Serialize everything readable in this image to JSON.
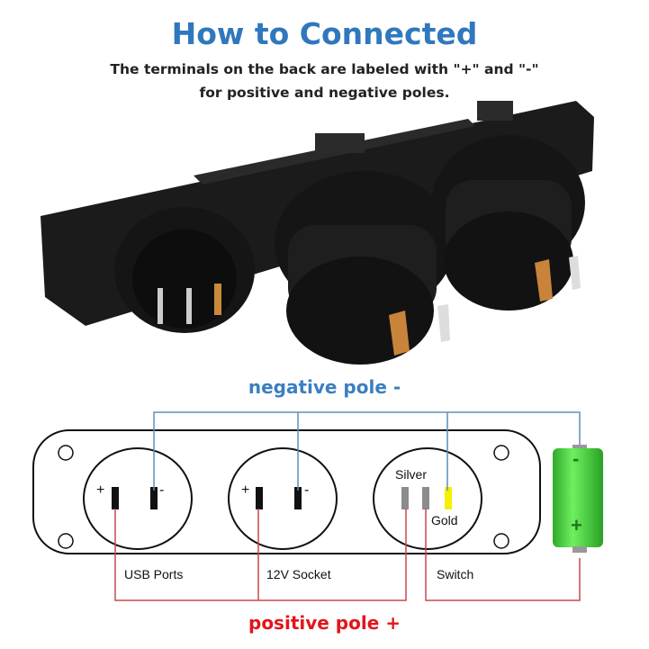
{
  "title": "How to Connected",
  "subtitle_lines": [
    "The terminals on the back are labeled with \"+\" and \"-\"",
    "for positive and negative poles."
  ],
  "negative_label": "negative pole -",
  "positive_label": "positive pole +",
  "components": {
    "usb": "USB Ports",
    "socket": "12V Socket",
    "switch": "Switch"
  },
  "switch_terminals": {
    "silver": "Silver",
    "gold": "Gold"
  },
  "signs": {
    "plus": "+",
    "minus": "-"
  },
  "colors": {
    "title": "#3078bd",
    "negative": "#5b8fb8",
    "positive": "#c9484b",
    "battery": "#3fd33a",
    "gold_terminal": "#f5f000",
    "silver_terminal": "#8c8c8c"
  }
}
